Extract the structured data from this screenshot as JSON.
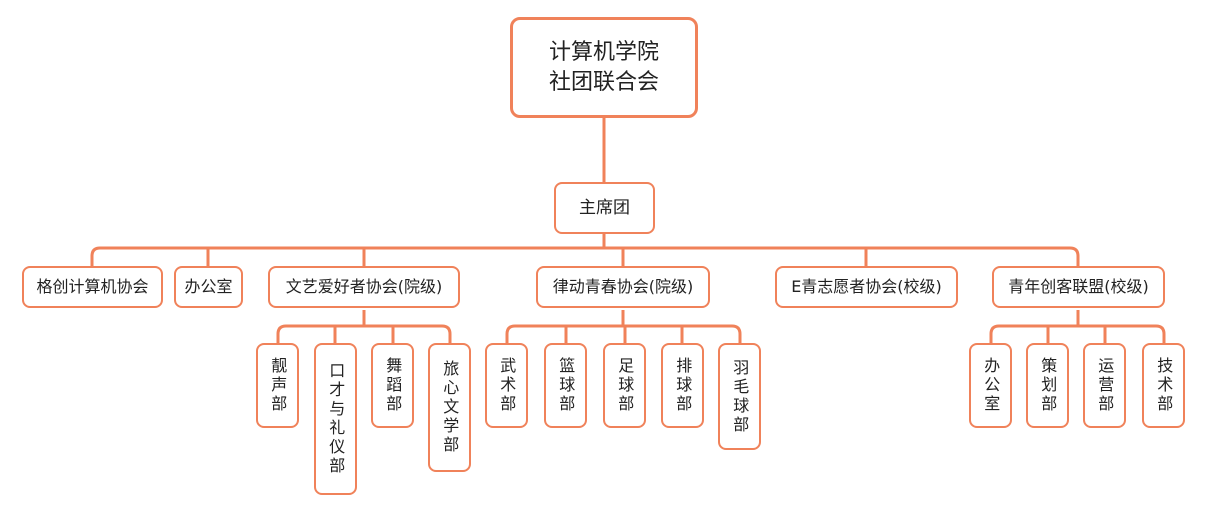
{
  "root": "计算机学院\n社团联合会",
  "presidium": "主席团",
  "orgs": {
    "gechuang": "格创计算机协会",
    "office": "办公室",
    "wenyi": "文艺爱好者协会(院级)",
    "lvdong": "律动青春协会(院级)",
    "eqing": "E青志愿者协会(校级)",
    "qingnian": "青年创客联盟(校级)"
  },
  "wenyi_depts": [
    "靓声部",
    "口才与礼仪部",
    "舞蹈部",
    "旅心文学部"
  ],
  "lvdong_depts": [
    "武术部",
    "篮球部",
    "足球部",
    "排球部",
    "羽毛球部"
  ],
  "qingnian_depts": [
    "办公室",
    "策划部",
    "运营部",
    "技术部"
  ],
  "colors": {
    "line": "#f0825a",
    "border": "#f0825a"
  }
}
